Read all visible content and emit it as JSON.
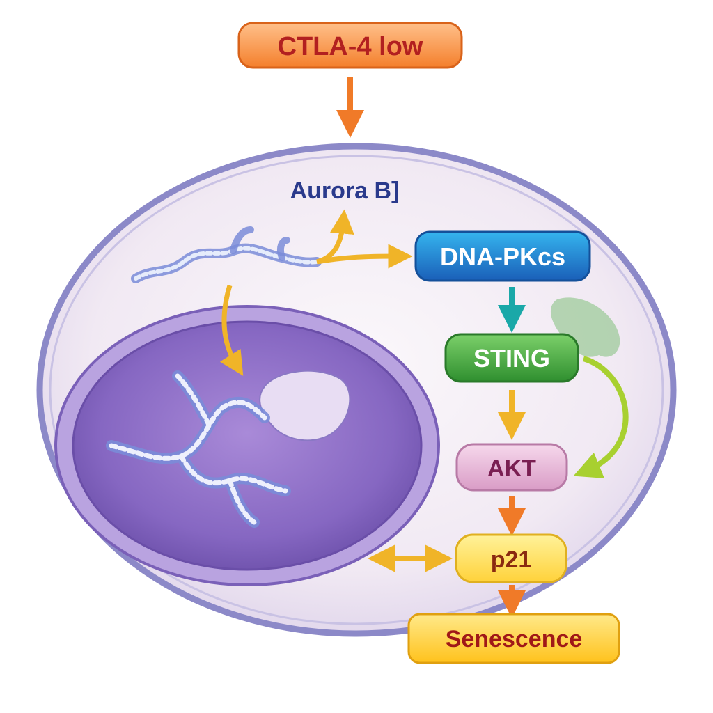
{
  "diagram": {
    "top_node": "CTLA-4 low",
    "aurora_label": "Aurora B]",
    "nodes": {
      "dna_pkcs": "DNA-PKcs",
      "sting": "STING",
      "akt": "AKT",
      "p21": "p21",
      "senescence": "Senescence"
    }
  },
  "colors": {
    "ctla4_fill": "#f7934a",
    "ctla4_text": "#b22020",
    "aurora_text": "#2a3a8c",
    "dna_pkcs_fill": "#1a7fd0",
    "sting_fill": "#4cae4c",
    "akt_fill": "#e6b5d6",
    "akt_text": "#7a1f52",
    "p21_fill": "#ffe166",
    "p21_text": "#8a2a10",
    "senescence_fill": "#ffd24a",
    "senescence_text": "#a01818",
    "cell_fill": "#f3ecf4",
    "cell_border": "#8c89c8",
    "nucleus_fill": "#8a6cc4",
    "arrow_orange": "#f07a28",
    "arrow_yellow": "#f0b428",
    "arrow_teal": "#1aa8a8",
    "arrow_green": "#a8d030"
  }
}
